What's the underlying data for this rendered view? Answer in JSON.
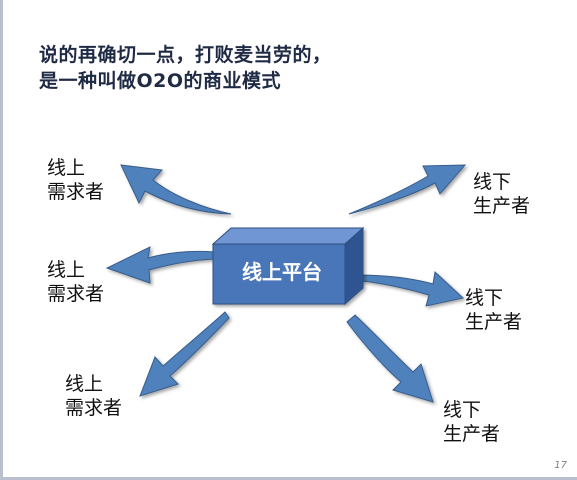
{
  "title": {
    "line1": "说的再确切一点，打败麦当劳的，",
    "line2": "是一种叫做O2O的商业模式"
  },
  "center": {
    "label": "线上平台"
  },
  "left_nodes": [
    {
      "line1": "线上",
      "line2": "需求者"
    },
    {
      "line1": "线上",
      "line2": "需求者"
    },
    {
      "line1": "线上",
      "line2": "需求者"
    }
  ],
  "right_nodes": [
    {
      "line1": "线下",
      "line2": "生产者"
    },
    {
      "line1": "线下",
      "line2": "生产者"
    },
    {
      "line1": "线下",
      "line2": "生产者"
    }
  ],
  "page_number": "17",
  "colors": {
    "arrow_fill": "#4f81bd",
    "arrow_stroke": "#385d8a",
    "box_front": "#4a76b8",
    "box_top": "#6f97d3",
    "box_side": "#2f5592"
  }
}
